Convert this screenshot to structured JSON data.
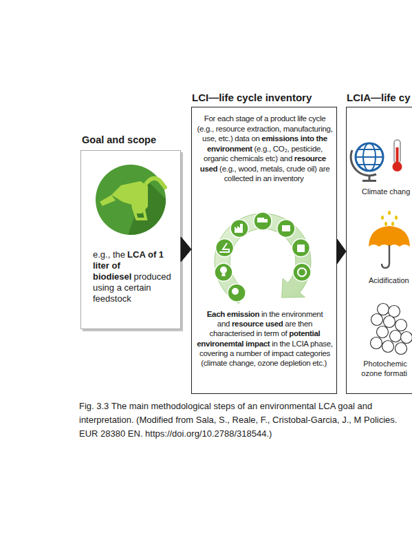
{
  "diagram": {
    "caption": "Fig. 3.3 The main methodological steps of an environmental LCA goal and interpretation. (Modified from Sala, S., Reale, F., Cristobal-Garcia, J., M Policies. EUR 28380 EN. https://doi.org/10.2788/318544.)",
    "nodes": [
      {
        "text": [
          "Goal and scope",
          "e.g., the",
          "LCA of 1 liter of biodiesel",
          "produced using a certain feedstock"
        ]
      },
      {
        "text": [
          "LCI—life cycle inventory",
          "For each stage of a product life cycle (e.g., resource extraction, manufacturing, use, etc.) data on",
          "emissions into the environment",
          "(e.g., CO₂, pesticide, organic chemicals etc) and",
          "resource used",
          "(e.g., wood, metals, crude oil) are collected in an inventory",
          "Each emission",
          "in the environment and",
          "resource used",
          "are then characterised in term of",
          "potential environemtal impact",
          "in the LCIA phase, covering a number of impact categories (climate change, ozone depletion etc.)"
        ]
      },
      {
        "text": [
          "LCIA—life cy",
          "Climate chang",
          "Acidification",
          "Photochemic ozone formati"
        ]
      }
    ],
    "edges": [
      {
        "from": 0,
        "to": 1,
        "arrow": "to"
      },
      {
        "from": 1,
        "to": 2,
        "arrow": "to"
      }
    ]
  }
}
